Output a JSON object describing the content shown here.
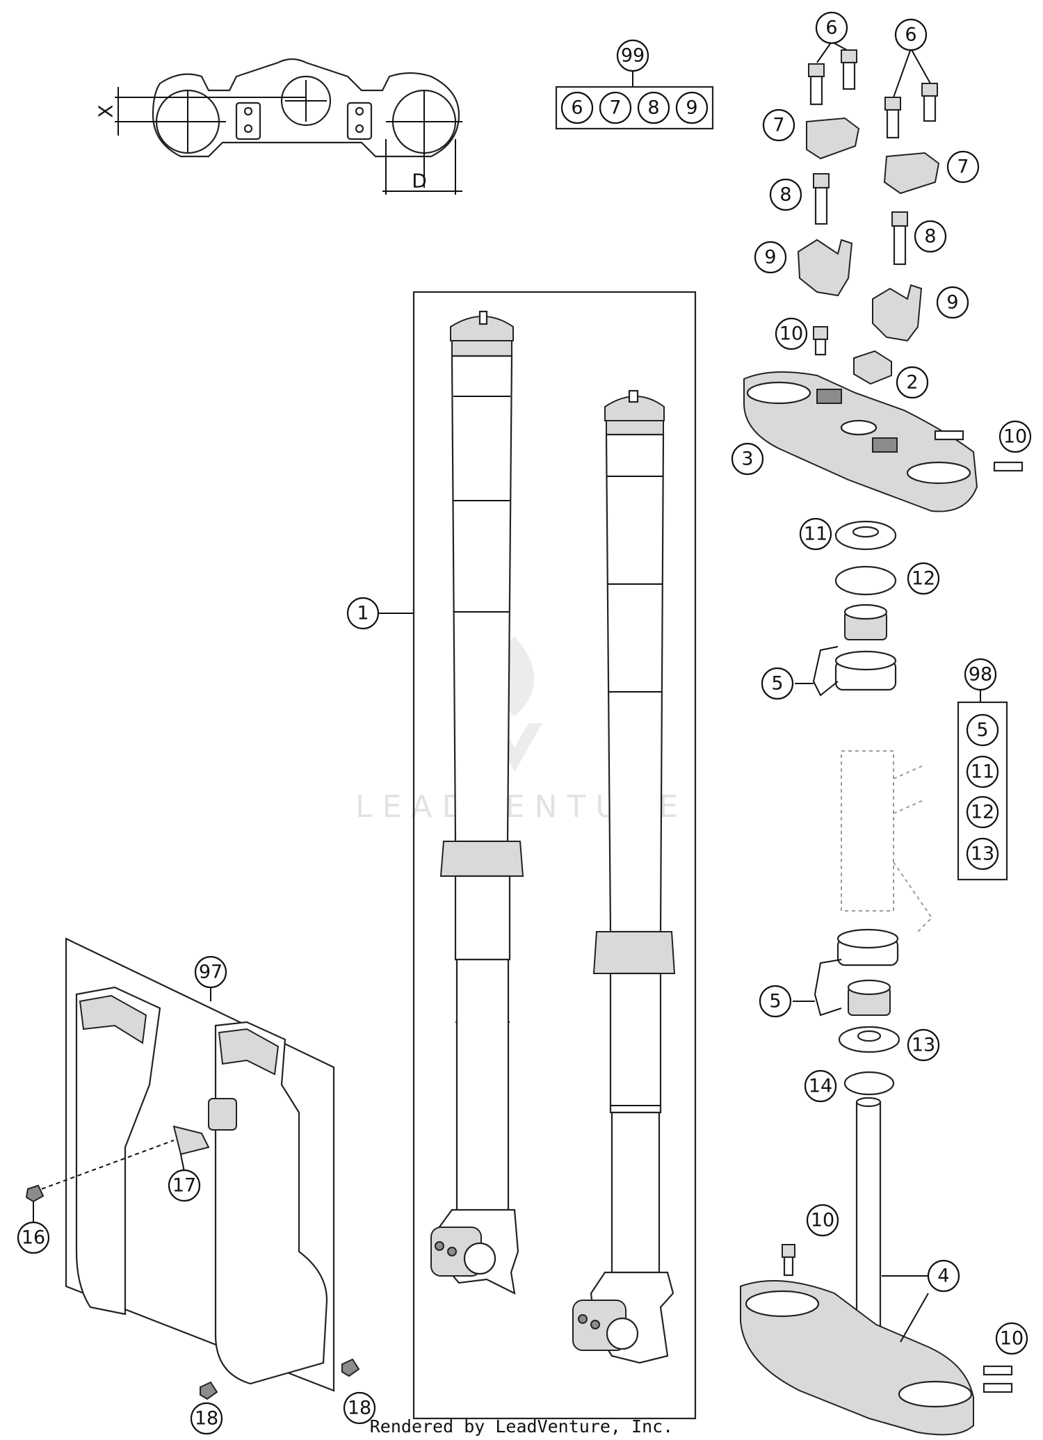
{
  "dimension_labels": {
    "x": "X",
    "d": "D"
  },
  "callouts": {
    "c1": "1",
    "c2": "2",
    "c3": "3",
    "c4": "4",
    "c5a": "5",
    "c5b": "5",
    "c6a": "6",
    "c6b": "6",
    "c7a": "7",
    "c7b": "7",
    "c8a": "8",
    "c8b": "8",
    "c9a": "9",
    "c9b": "9",
    "c10a": "10",
    "c10b": "10",
    "c10c": "10",
    "c10d": "10",
    "c11": "11",
    "c12": "12",
    "c13": "13",
    "c14": "14",
    "c16": "16",
    "c17": "17",
    "c18a": "18",
    "c18b": "18",
    "c97": "97",
    "c98": "98",
    "c99": "99"
  },
  "kit_99": {
    "items": [
      "6",
      "7",
      "8",
      "9"
    ]
  },
  "kit_98": {
    "items": [
      "5",
      "11",
      "12",
      "13"
    ]
  },
  "watermark": "LEADVENTURE",
  "footer": "Rendered by LeadVenture, Inc."
}
